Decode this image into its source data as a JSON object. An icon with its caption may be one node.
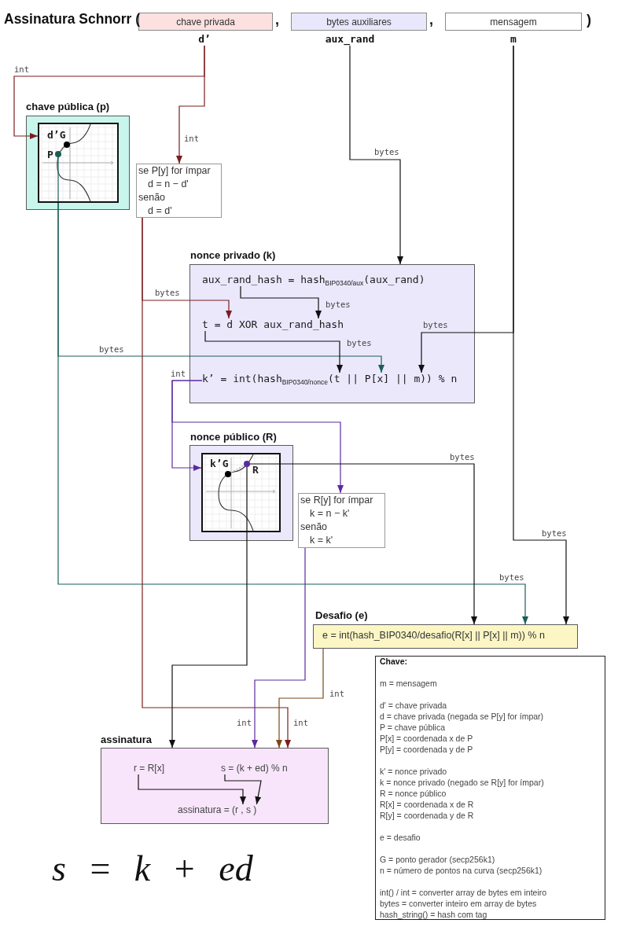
{
  "diagram": {
    "title": "Assinatura Schnorr (",
    "nodes": [
      {
        "text": [
          "chave privada"
        ]
      },
      {
        "text": [
          "bytes auxiliares"
        ]
      },
      {
        "text": [
          "mensagem"
        ]
      },
      {
        "text": [
          "d’"
        ]
      },
      {
        "text": [
          "aux_rand"
        ]
      },
      {
        "text": [
          "m"
        ]
      },
      {
        "text": [
          "chave pública (p)"
        ]
      },
      {
        "text": [
          "d’G",
          "P"
        ],
        "in": 6
      },
      {
        "text": [
          "se P[y] for ímpar",
          "d = n − d'",
          "senão",
          "d = d'"
        ]
      },
      {
        "text": [
          "nonce privado (k)"
        ]
      },
      {
        "text": [
          "aux_rand_hash = hash$_{BIP0340/aux}$(aux_rand)"
        ],
        "in": 9
      },
      {
        "text": [
          "t = d XOR aux_rand_hash"
        ],
        "in": 9
      },
      {
        "text": [
          "k’ = int(hash$_{BIP0340/nonce}$(t || P[x] || m)) % n"
        ],
        "in": 9
      },
      {
        "text": [
          "nonce público (R)"
        ]
      },
      {
        "text": [
          "k’G",
          "R"
        ],
        "in": 13
      },
      {
        "text": [
          "se R[y] for ímpar",
          "k = n − k'",
          "senão",
          "k = k'"
        ]
      },
      {
        "text": [
          "Desafio (e)",
          "e = int(hash_BIP0340/desafio(R[x] || P[x] || m)) % n"
        ]
      },
      {
        "text": [
          "assinatura"
        ]
      },
      {
        "text": [
          "r = R[x]"
        ],
        "in": 17
      },
      {
        "text": [
          "s = (k + ed) % n"
        ],
        "in": 17
      },
      {
        "text": [
          "assinatura = (r , s )"
        ],
        "in": 17
      },
      {
        "text": [
          "Chave:",
          "m = mensagem",
          "d' = chave privada",
          "d = chave privada (negada se P[y] for ímpar)",
          "P = chave pública",
          "P[x] = coordenada x de P",
          "P[y] = coordenada y de P",
          "k' = nonce privado",
          "k = nonce privado (negado se R[y] for ímpar)",
          "R = nonce público",
          "R[x] = coordenada x de R",
          "R[y] = coordenada y de R",
          "e = desafio",
          "G = ponto gerador (secp256k1)",
          "n = número de pontos na curva (secp256k1)",
          "int() / int = converter array de bytes em inteiro",
          "bytes = converter inteiro em array de bytes",
          "hash_string() = hash com tag"
        ]
      }
    ],
    "edges": [
      {
        "from": 3,
        "to": 7,
        "arrow": "to",
        "label": "int",
        "color": "#7b1e1e"
      },
      {
        "from": 3,
        "to": 8,
        "arrow": "to",
        "label": "int",
        "color": "#7b1e1e"
      },
      {
        "from": 4,
        "to": 9,
        "arrow": "to",
        "label": "bytes"
      },
      {
        "from": 5,
        "to": 12,
        "arrow": "to",
        "label": "bytes"
      },
      {
        "from": 5,
        "to": 16,
        "arrow": "to",
        "label": "bytes"
      },
      {
        "from": 7,
        "to": 12,
        "arrow": "to",
        "label": "bytes",
        "color": "#1b5e58"
      },
      {
        "from": 7,
        "to": 16,
        "arrow": "to",
        "label": "bytes",
        "color": "#1b5e58"
      },
      {
        "from": 8,
        "to": 11,
        "arrow": "to",
        "label": "bytes",
        "color": "#7b1e1e"
      },
      {
        "from": 8,
        "to": 17,
        "arrow": "to",
        "label": "int",
        "color": "#7b1e1e"
      },
      {
        "from": 10,
        "to": 11,
        "arrow": "to",
        "label": "bytes"
      },
      {
        "from": 11,
        "to": 12,
        "arrow": "to",
        "label": "bytes"
      },
      {
        "from": 12,
        "to": 14,
        "arrow": "to",
        "label": "int",
        "color": "#5b2aa0"
      },
      {
        "from": 12,
        "to": 15,
        "arrow": "to",
        "color": "#5b2aa0"
      },
      {
        "from": 14,
        "to": 16,
        "arrow": "to",
        "label": "bytes"
      },
      {
        "from": 14,
        "to": 17,
        "arrow": "to"
      },
      {
        "from": 15,
        "to": 17,
        "arrow": "to",
        "label": "int",
        "color": "#5b2aa0"
      },
      {
        "from": 16,
        "to": 17,
        "arrow": "to",
        "label": "int",
        "color": "#7a4815"
      },
      {
        "from": 18,
        "to": 20,
        "arrow": "to"
      },
      {
        "from": 19,
        "to": 20,
        "arrow": "to"
      }
    ],
    "labels": [
      ",",
      ",",
      ")",
      "*s* = *k* + *ed*"
    ]
  }
}
